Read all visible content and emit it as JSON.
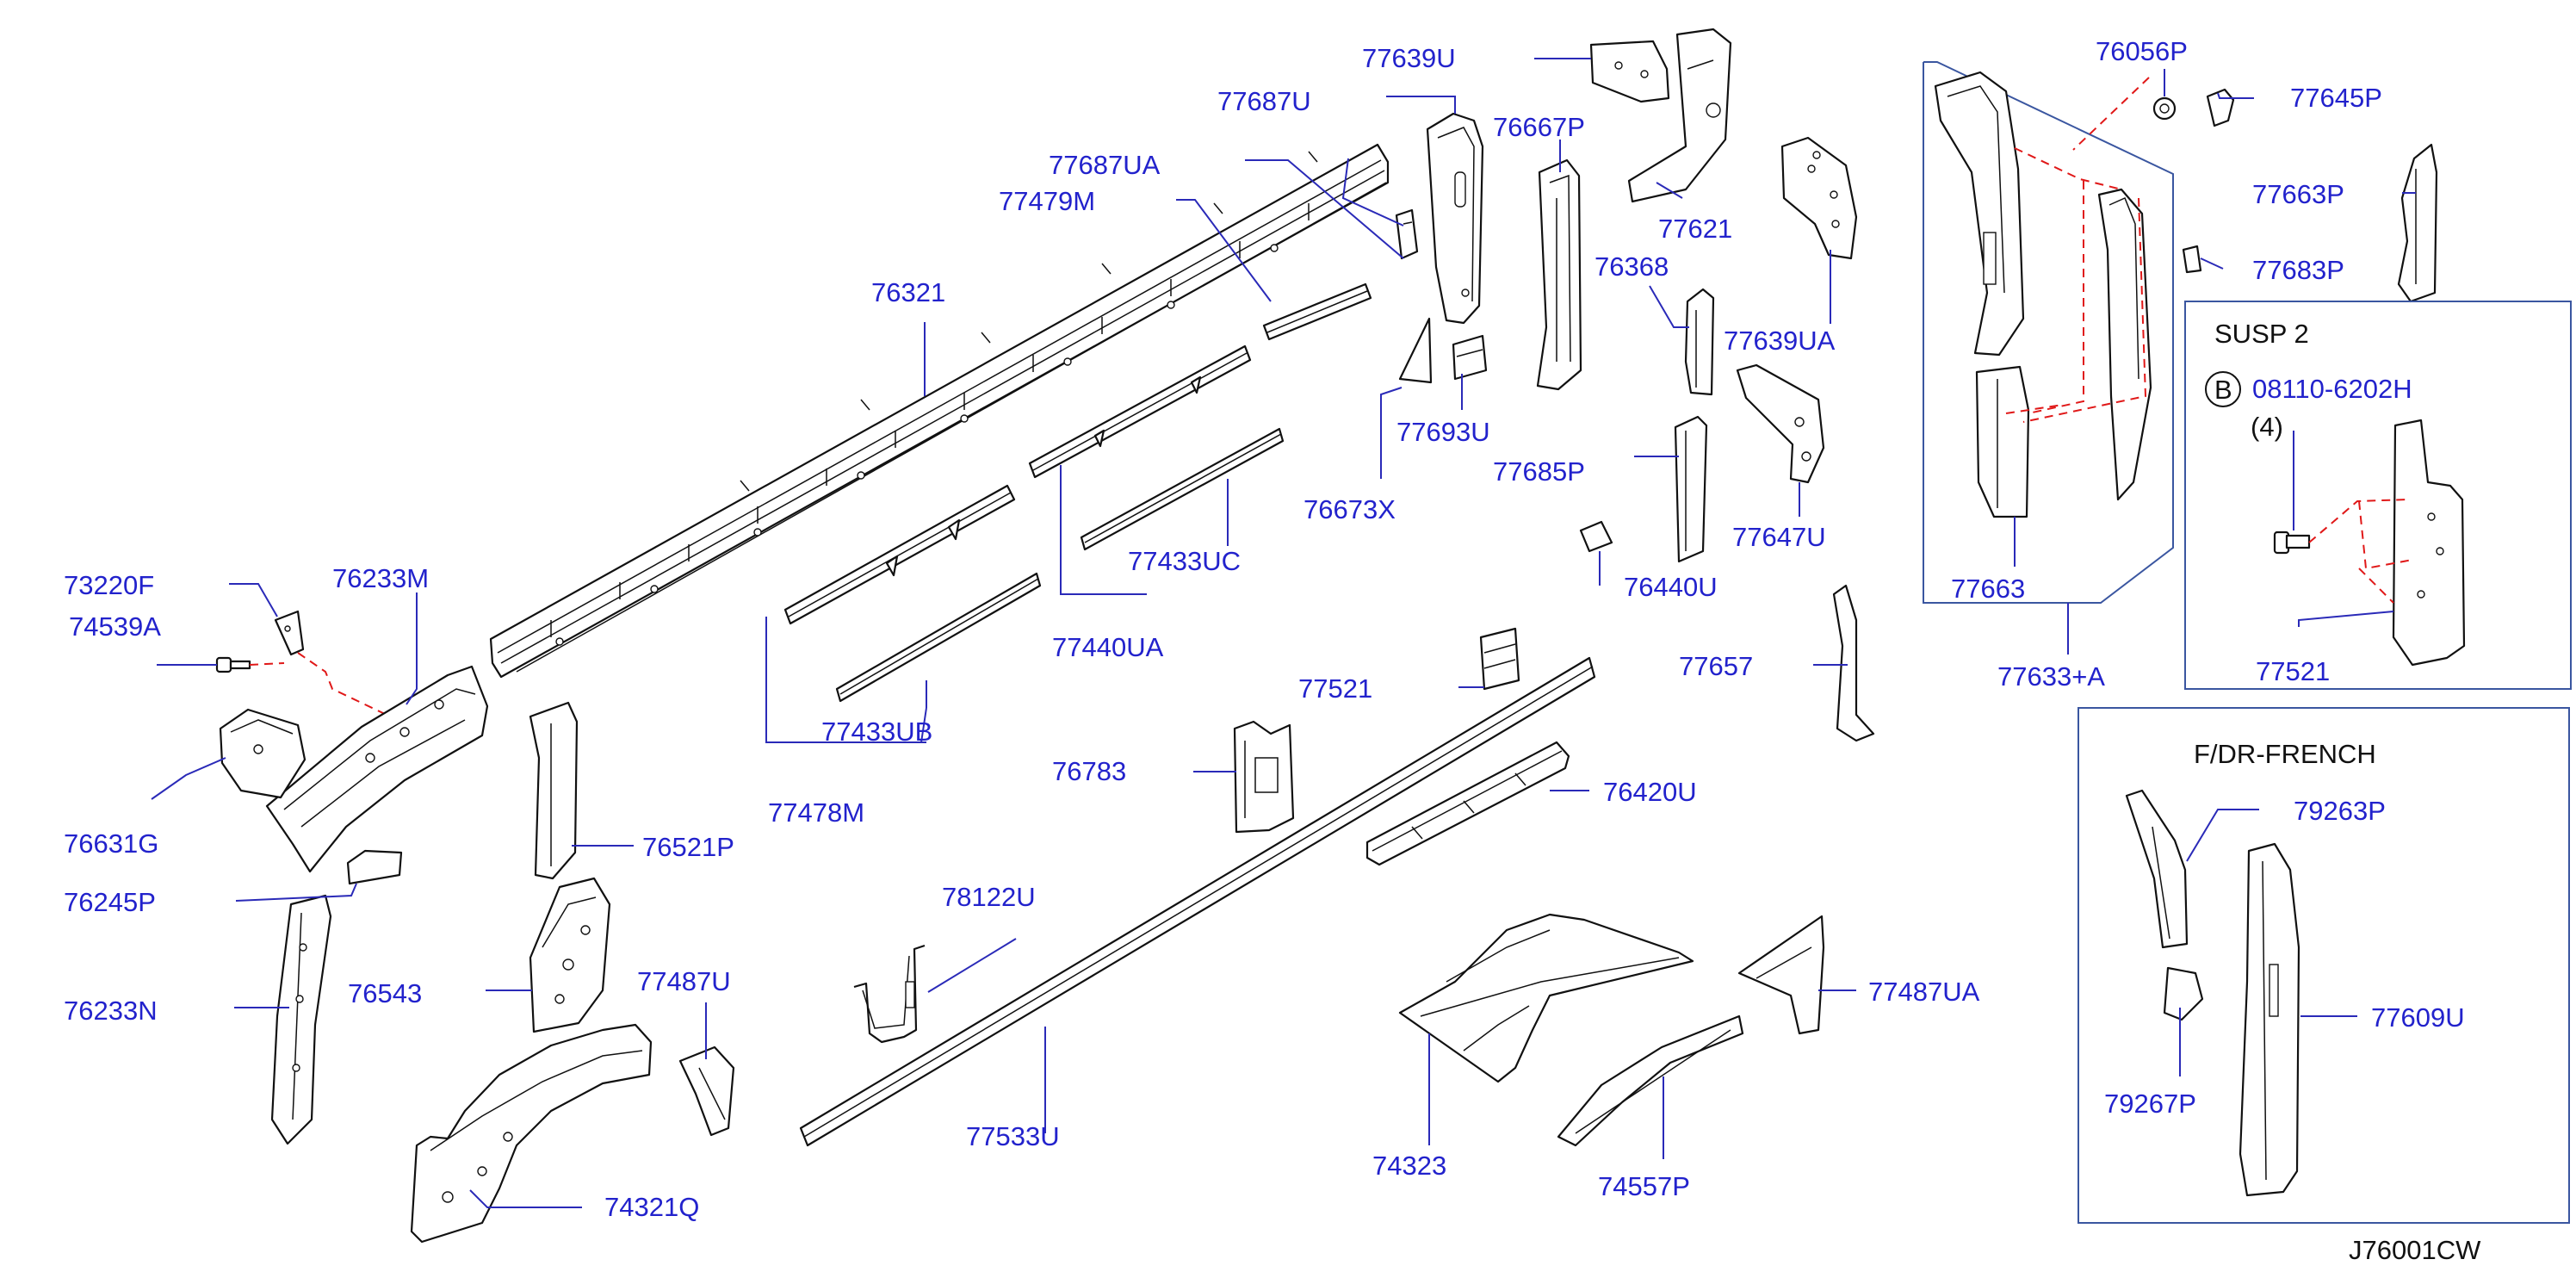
{
  "diagram_id": "J76001CW",
  "insets": {
    "susp": {
      "title": "SUSP   2",
      "bolt_marker": "B",
      "bolt_part": "08110-6202H",
      "bolt_qty": "(4)"
    },
    "french": {
      "title": "F/DR-FRENCH"
    }
  },
  "labels": {
    "p77639U": "77639U",
    "p77687U": "77687U",
    "p77687UA": "77687UA",
    "p77479M": "77479M",
    "p76321": "76321",
    "p76667P": "76667P",
    "p77621": "77621",
    "p76368": "76368",
    "p77639UA": "77639UA",
    "p77693U": "77693U",
    "p76673X": "76673X",
    "p77685P": "77685P",
    "p77647U": "77647U",
    "p76440U": "76440U",
    "p77433UC": "77433UC",
    "p77440UA": "77440UA",
    "p77433UB": "77433UB",
    "p77478M": "77478M",
    "p73220F": "73220F",
    "p74539A": "74539A",
    "p76233M": "76233M",
    "p76631G": "76631G",
    "p76245P": "76245P",
    "p76233N": "76233N",
    "p76543": "76543",
    "p76521P": "76521P",
    "p77487U": "77487U",
    "p74321Q": "74321Q",
    "p77521": "77521",
    "p76783": "76783",
    "p78122U": "78122U",
    "p77533U": "77533U",
    "p76420U": "76420U",
    "p77657": "77657",
    "p74323": "74323",
    "p74557P": "74557P",
    "p77487UA": "77487UA",
    "p76056P": "76056P",
    "p77645P": "77645P",
    "p77663P": "77663P",
    "p77683P": "77683P",
    "p77663": "77663",
    "p77633A": "77633+A",
    "p77521b": "77521",
    "p79263P": "79263P",
    "p79267P": "79267P",
    "p77609U": "77609U"
  },
  "colors": {
    "label": "#2222cc",
    "leader": "#2a2ab8",
    "dashed_guide": "#e01818",
    "inset_border": "#3a56a0",
    "linework": "#111111"
  }
}
